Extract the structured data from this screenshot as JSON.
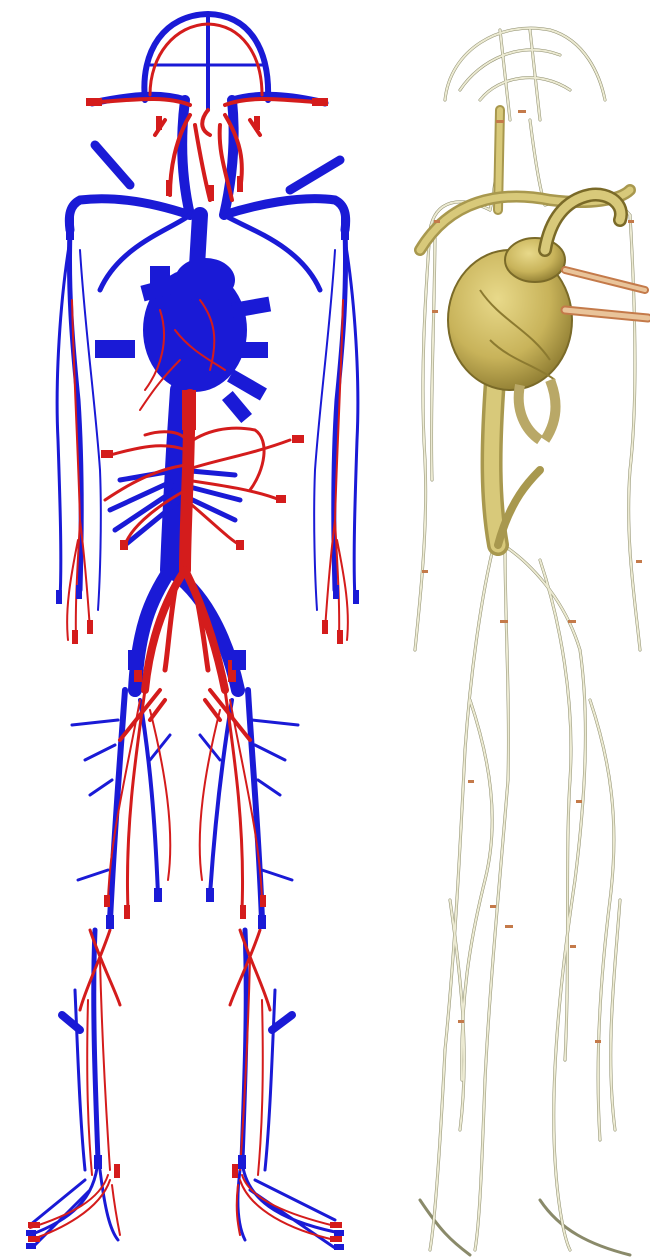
{
  "figure": {
    "panels": [
      {
        "id": "schematic-model",
        "style": "blue-red schematic vessel network",
        "colors": {
          "veins": "#1a1ad6",
          "arteries": "#d41c1c",
          "background": "#ffffff"
        }
      },
      {
        "id": "rendered-model",
        "style": "3d rendered vessel network with heart",
        "colors": {
          "vessel_light": "#e8e6cf",
          "vessel_outline": "#8a8a6a",
          "heart": "#c8b35a",
          "heart_dark": "#9c8a3c",
          "ring_markers": "#c47a4a"
        }
      }
    ]
  }
}
